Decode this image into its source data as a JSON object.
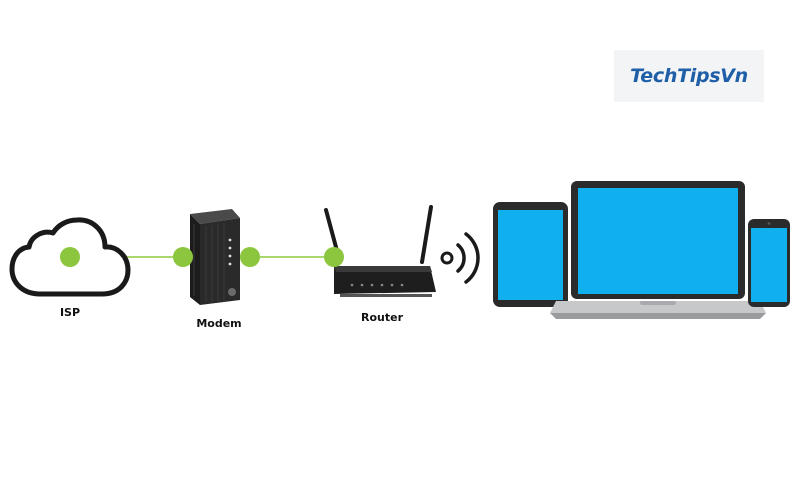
{
  "watermark": {
    "text": "TechTipsVn"
  },
  "nodes": [
    {
      "id": "isp",
      "label": "ISP",
      "icon": "cloud-icon"
    },
    {
      "id": "modem",
      "label": "Modem",
      "icon": "modem-icon"
    },
    {
      "id": "router",
      "label": "Router",
      "icon": "router-icon"
    },
    {
      "id": "devices",
      "label": "",
      "icon": "devices-icon"
    }
  ],
  "colors": {
    "connector": "#8cc63f",
    "line": "#a8d86b",
    "screen": "#10b0ef",
    "device_body": "#2b2b2b",
    "outline": "#1a1a1a"
  }
}
